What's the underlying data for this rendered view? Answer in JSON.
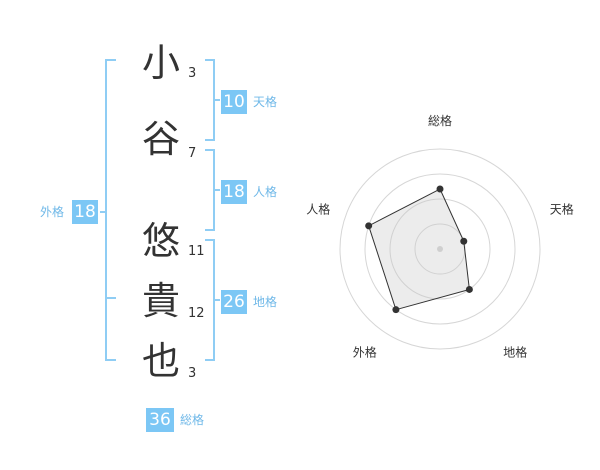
{
  "name_chars": [
    {
      "char": "小",
      "strokes": "3"
    },
    {
      "char": "谷",
      "strokes": "7"
    },
    {
      "char": "悠",
      "strokes": "11"
    },
    {
      "char": "貴",
      "strokes": "12"
    },
    {
      "char": "也",
      "strokes": "3"
    }
  ],
  "fortune": {
    "tenkaku": {
      "value": "10",
      "label": "天格"
    },
    "jinkaku": {
      "value": "18",
      "label": "人格"
    },
    "chikaku": {
      "value": "26",
      "label": "地格"
    },
    "gaikaku": {
      "value": "18",
      "label": "外格"
    },
    "soukaku": {
      "value": "36",
      "label": "総格"
    }
  },
  "radar": {
    "axes": [
      "総格",
      "天格",
      "地格",
      "外格",
      "人格"
    ],
    "levels": 4,
    "values": [
      0.6,
      0.25,
      0.5,
      0.75,
      0.75
    ]
  },
  "colors": {
    "accent": "#7cc7f5",
    "accent_text": "#6fb8e8",
    "bracket": "#8fcdf4"
  }
}
